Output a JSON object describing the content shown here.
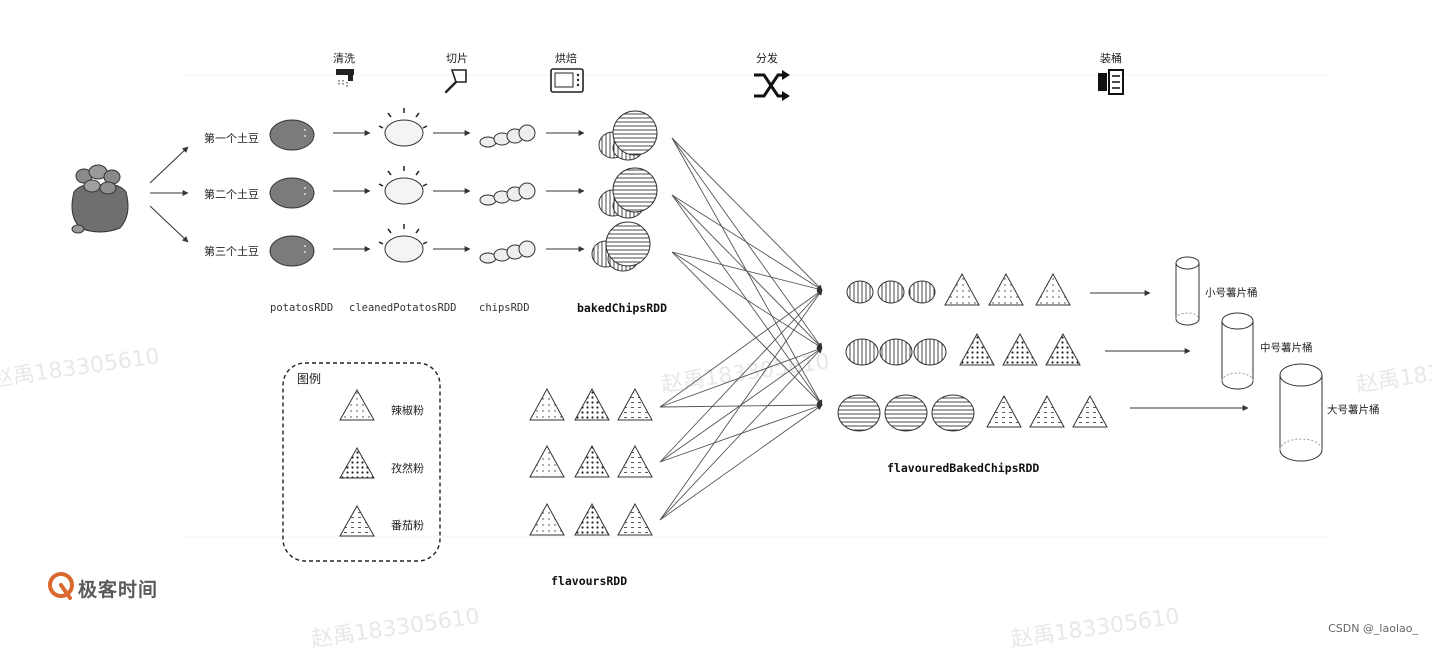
{
  "steps": {
    "wash": "清洗",
    "slice": "切片",
    "bake": "烘焙",
    "shuffle": "分发",
    "bucket": "装桶"
  },
  "potatoes": [
    "第一个土豆",
    "第二个土豆",
    "第三个土豆"
  ],
  "rdd_labels": {
    "potatos": "potatosRDD",
    "cleaned": "cleanedPotatosRDD",
    "chips": "chipsRDD",
    "baked": "bakedChipsRDD",
    "flavours": "flavoursRDD",
    "flavoured": "flavouredBakedChipsRDD"
  },
  "legend": {
    "title": "图例",
    "items": [
      "辣椒粉",
      "孜然粉",
      "番茄粉"
    ]
  },
  "buckets": [
    "小号薯片桶",
    "中号薯片桶",
    "大号薯片桶"
  ],
  "watermark": "赵禹183305610",
  "brand": "极客时间",
  "credit": "CSDN @_laolao_"
}
